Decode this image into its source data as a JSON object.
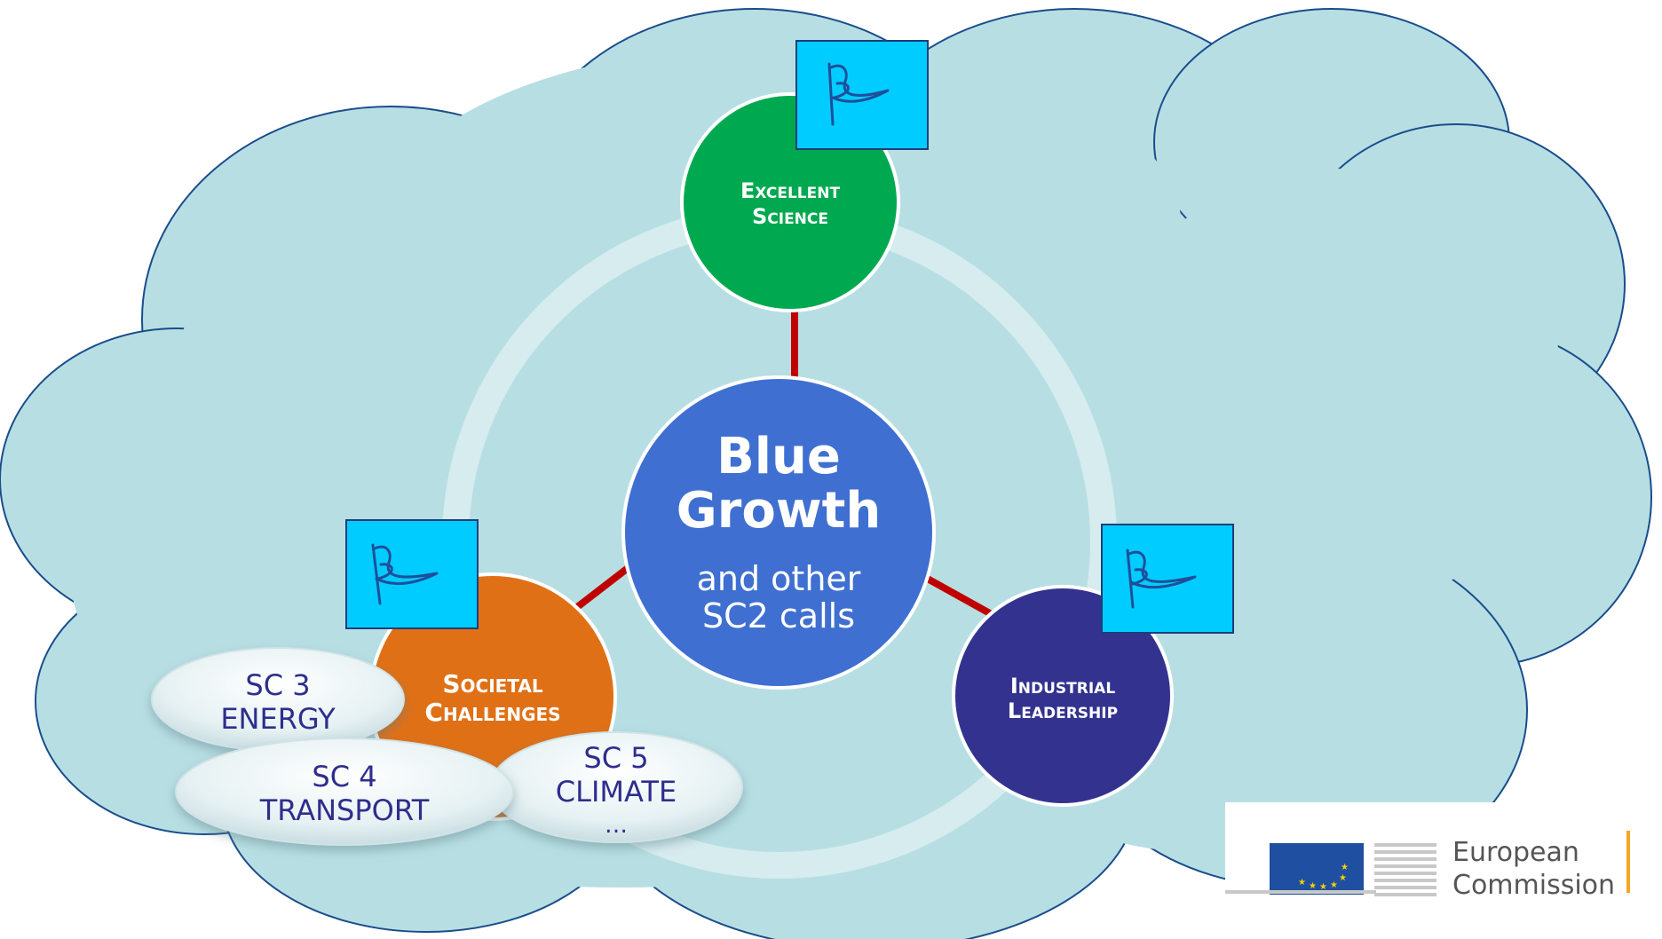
{
  "center": {
    "title_line1": "Blue",
    "title_line2": "Growth",
    "sub_line1": "and other",
    "sub_line2": "SC2 calls"
  },
  "pillars": {
    "excellent_science": {
      "line1": "Excellent",
      "line2": "Science"
    },
    "societal_challenges": {
      "line1": "Societal",
      "line2": "Challenges"
    },
    "industrial_leadership": {
      "line1": "Industrial",
      "line2": "Leadership"
    }
  },
  "challenges": {
    "energy": {
      "line1": "SC 3",
      "line2": "ENERGY"
    },
    "transport": {
      "line1": "SC 4",
      "line2": "TRANSPORT"
    },
    "climate": {
      "line1": "SC 5",
      "line2": "CLIMATE",
      "line3": "…"
    }
  },
  "logo": {
    "line1": "European",
    "line2": "Commission"
  },
  "icons": [
    "flag-icon",
    "flag-icon",
    "flag-icon",
    "eu-flag-icon",
    "building-icon"
  ],
  "colors": {
    "cloud": "#b7dfe3",
    "cloud_outline": "#1a4d8c",
    "ring": "#d6ecef",
    "center": "#3f6fd1",
    "excellent_science": "#00a94f",
    "societal_challenges": "#e07016",
    "industrial_leadership": "#33338f",
    "arrow": "#c00000",
    "flag_box": "#00ccff",
    "ellipse_text": "#2e2e8c"
  }
}
